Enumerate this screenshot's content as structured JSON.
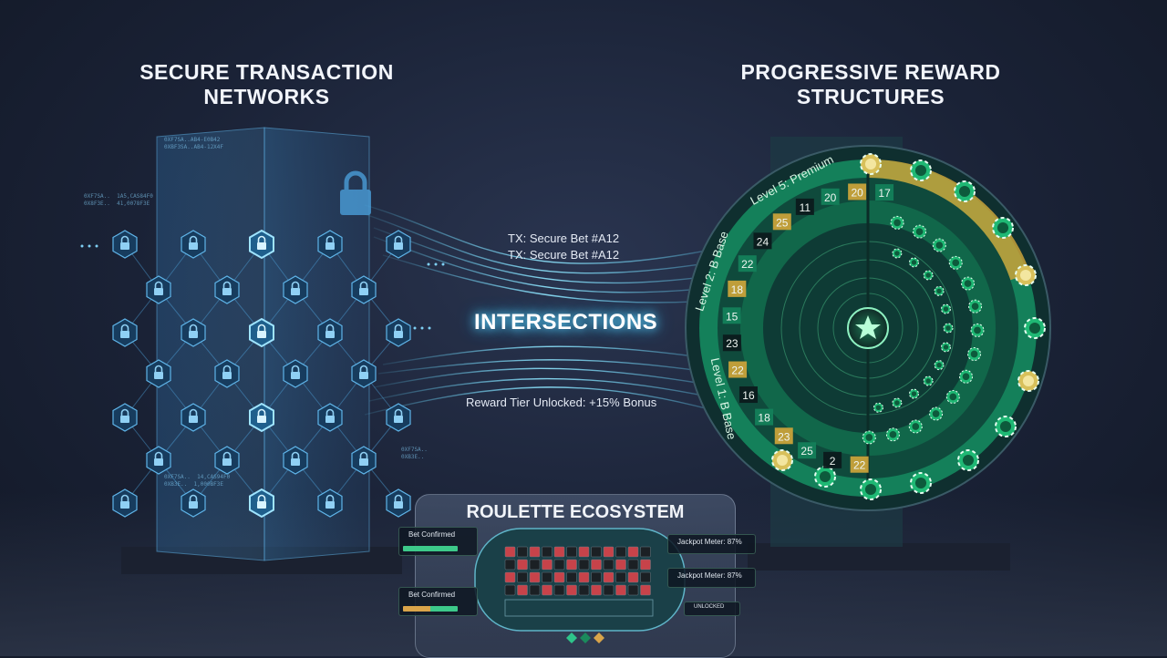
{
  "titles": {
    "left_line1": "SECURE TRANSACTION",
    "left_line2": "NETWORKS",
    "right_line1": "PROGRESSIVE REWARD",
    "right_line2": "STRUCTURES"
  },
  "center": {
    "tx_line1": "TX: Secure Bet #A12",
    "tx_line2": "TX: Secure Bet #A12",
    "intersections": "INTERSECTIONS",
    "reward": "Reward Tier Unlocked: +15% Bonus"
  },
  "wheel": {
    "ring_label_top": "Level 5: Premium",
    "ring_label_left": "Level 2: B Base",
    "ring_label_bottom": "Level 1: B Base",
    "numbers": [
      "17",
      "20",
      "20",
      "11",
      "25",
      "24",
      "22",
      "18",
      "15",
      "23",
      "22",
      "16",
      "18",
      "23",
      "25",
      "2",
      "22"
    ]
  },
  "ecosystem": {
    "title": "ROULETTE ECOSYSTEM",
    "bet1": "Bet Confirmed",
    "bet2": "Bet Confirmed",
    "jackpot1": "Jackpot Meter: 87%",
    "jackpot2": "Jackpot Meter: 87%",
    "bottom_tag": "UNLOCKED"
  },
  "colors": {
    "accent_cyan": "#5fd6ff",
    "wheel_green": "#17a86a",
    "wheel_gold": "#c9a23a",
    "lock_blue": "#3a9ad8"
  },
  "icons": [
    "lock-icon",
    "poker-chip-icon",
    "diamond-icon"
  ]
}
